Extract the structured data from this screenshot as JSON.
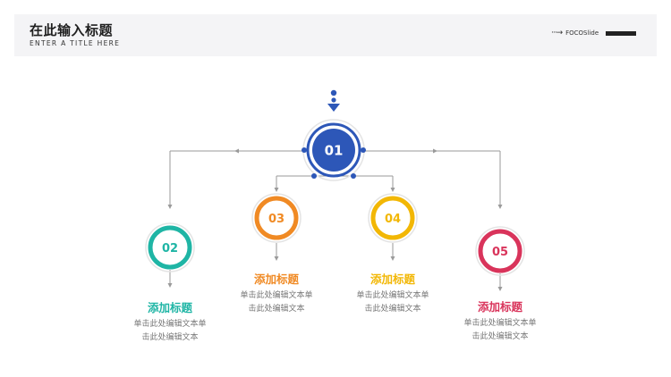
{
  "header": {
    "title": "在此输入标题",
    "subtitle": "ENTER A TITLE HERE",
    "brand": "FOCOSlide"
  },
  "nodes": {
    "n1": {
      "number": "01",
      "color": "#2d57b8"
    },
    "n2": {
      "number": "02",
      "color": "#1fb5a5",
      "title": "添加标题",
      "line1": "单击此处编辑文本单",
      "line2": "击此处编辑文本"
    },
    "n3": {
      "number": "03",
      "color": "#f08a24",
      "title": "添加标题",
      "line1": "单击此处编辑文本单",
      "line2": "击此处编辑文本"
    },
    "n4": {
      "number": "04",
      "color": "#f2b705",
      "title": "添加标题",
      "line1": "单击此处编辑文本单",
      "line2": "击此处编辑文本"
    },
    "n5": {
      "number": "05",
      "color": "#d9345b",
      "title": "添加标题",
      "line1": "单击此处编辑文本单",
      "line2": "击此处编辑文本"
    }
  }
}
